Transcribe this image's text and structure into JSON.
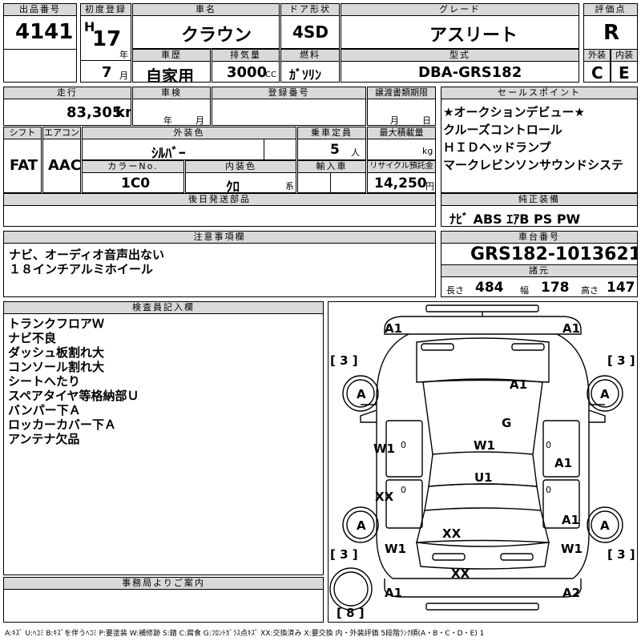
{
  "header": {
    "lot_label": "出品番号",
    "lot": "4141",
    "first_reg_label": "初度登録",
    "era": "H",
    "year": "17",
    "year_unit": "年",
    "month": "7",
    "month_unit": "月",
    "car_name_label": "車名",
    "car_name": "クラウン",
    "door_label": "ドア形状",
    "door": "4SD",
    "grade_label": "グレード",
    "grade": "アスリート",
    "score_label": "評価点",
    "score": "R",
    "history_label": "車歴",
    "history": "自家用",
    "displacement_label": "排気量",
    "displacement": "3000",
    "displacement_unit": "CC",
    "fuel_label": "燃料",
    "fuel": "ｶﾞｿﾘﾝ",
    "model_label": "型式",
    "model": "DBA-GRS182",
    "ext_label": "外装",
    "ext": "C",
    "int_label": "内装",
    "int": "E"
  },
  "row2": {
    "mileage_label": "走行",
    "mileage": "83,305",
    "mileage_unit": "km",
    "inspection_label": "車検",
    "inspection_year_unit": "年",
    "inspection_month_unit": "月",
    "reg_no_label": "登録番号",
    "transfer_label": "譲渡書類期限",
    "transfer_month_unit": "月",
    "transfer_day_unit": "日",
    "shift_label": "シフト",
    "shift": "FAT",
    "ac_label": "エアコン",
    "ac": "AAC",
    "color_label": "外装色",
    "color": "ｼﾙﾊﾞｰ",
    "seats_label": "乗車定員",
    "seats": "5",
    "seats_unit": "人",
    "max_load_label": "最大積載量",
    "max_load_unit": "kg",
    "color_no_label": "カラーNo.",
    "color_no": "1C0",
    "interior_color_label": "内装色",
    "interior_color": "ｸﾛ",
    "interior_color_unit": "系",
    "import_label": "輸入車",
    "recycle_label": "リサイクル預託金",
    "recycle": "14,250",
    "recycle_unit": "円",
    "parts_label": "後日発送部品"
  },
  "sales_points": {
    "label": "セールスポイント",
    "items": [
      "★オークションデビュー★",
      "クルーズコントロール",
      "ＨＩＤヘッドランプ",
      "マークレビンソンサウンドシステ"
    ]
  },
  "equipment": {
    "label": "純正装備",
    "value": "ﾅﾋﾞ ABS ｴｱB PS PW"
  },
  "notes": {
    "label": "注意事項欄",
    "lines": [
      "ナビ、オーディオ音声出ない",
      "１８インチアルミホイール"
    ]
  },
  "chassis": {
    "label": "車台番号",
    "value": "GRS182-1013621",
    "dims_label": "諸元",
    "length_label": "長さ",
    "length": "484",
    "width_label": "幅",
    "width": "178",
    "height_label": "高さ",
    "height": "147"
  },
  "inspector": {
    "label": "検査員記入欄",
    "lines": [
      "トランクフロアＷ",
      "ナビ不良",
      "ダッシュ板割れ大",
      "コンソール割れ大",
      "シートへたり",
      "スペアタイヤ等格納部Ｕ",
      "バンパー下Ａ",
      "ロッカーカバー下Ａ",
      "アンテナ欠品"
    ]
  },
  "office": {
    "label": "事務局よりご案内"
  },
  "diagram": {
    "marks": {
      "fl_corner": "A1",
      "fr_corner": "A1",
      "left_tire_badge": "[ 3 ]",
      "right_tire_badge": "[ 3 ]",
      "left_front_wheel": "A",
      "right_front_wheel": "A",
      "hood": "A1",
      "windshield": "G",
      "left_front_door": "W1",
      "left_front_door_num": "0",
      "roof": "W1",
      "right_front_door": "0",
      "right_front_door_mark": "A1",
      "left_rear_door_num": "0",
      "right_rear_door_num": "0",
      "roof_rear": "U1",
      "left_rear_door": "XX",
      "left_rear_wheel": "A",
      "right_rear_wheel": "A",
      "right_rear_wheel_mark": "A1",
      "trunk": "XX",
      "left_rocker": "W1",
      "right_rocker": "W1",
      "left_rear_badge": "[ 3 ]",
      "right_rear_badge": "[ 3 ]",
      "rear_bumper": "XX",
      "rl_corner": "A1",
      "rr_corner": "A2",
      "spare_badge": "[ 8 ]"
    }
  },
  "legend": "A:ｷｽﾞ U:ﾍｺﾐ B:ｷｽﾞを伴うﾍｺﾐ P:要塗装 W:補修跡 S:錆 C:腐食 G:ﾌﾛﾝﾄｶﾞﾗｽ点ｷｽﾞ XX:交換済み X:要交換 内・外装評価 5段階ﾗﾝｸ順(A・B・C・D・E) 1"
}
